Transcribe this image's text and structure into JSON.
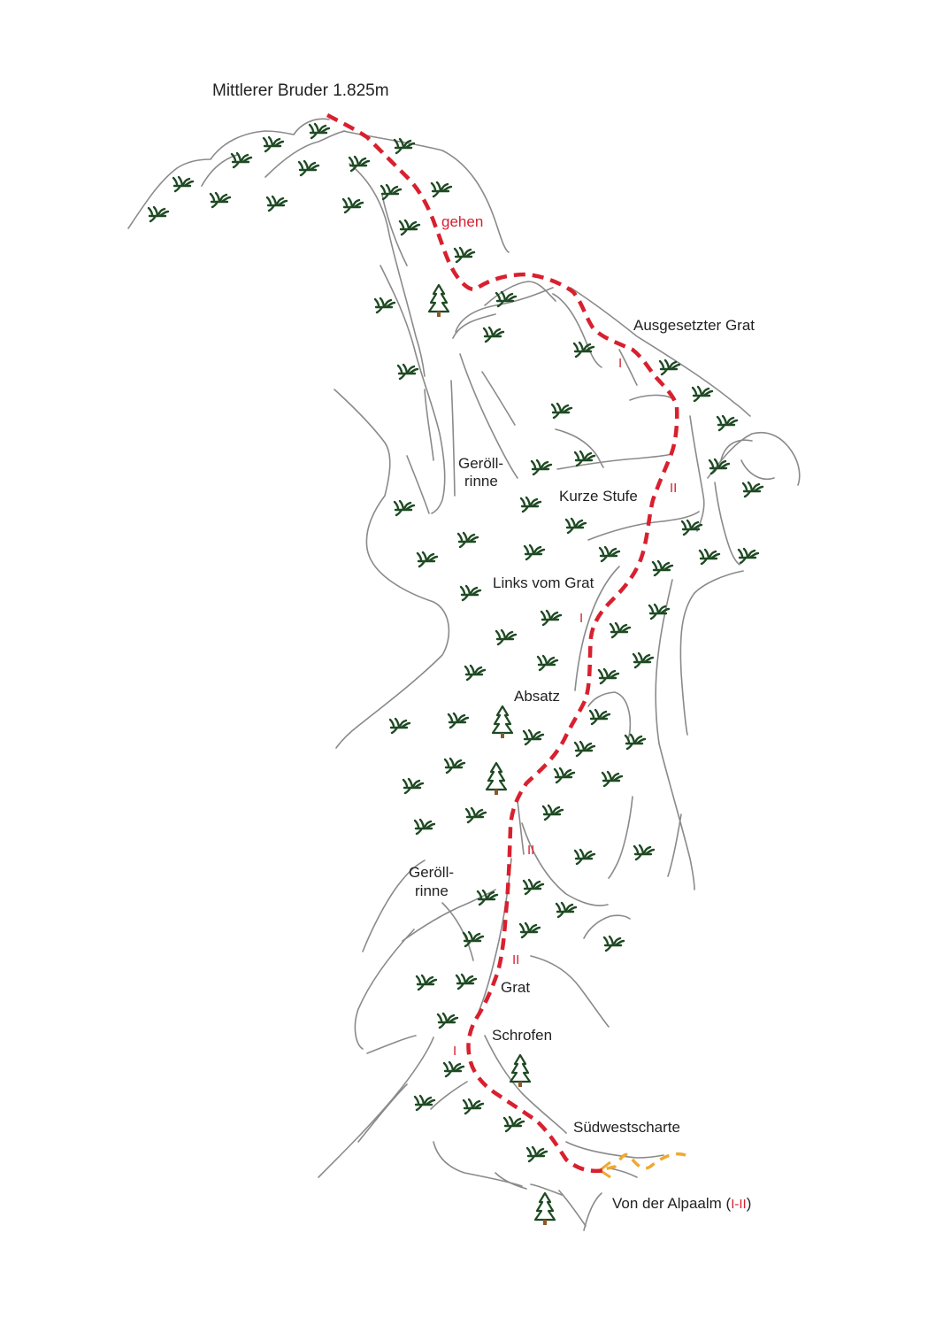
{
  "summit": {
    "name": "Mittlerer Bruder 1.825m"
  },
  "labels": {
    "gehen": "gehen",
    "ausgesetzter_grat": "Ausgesetzter Grat",
    "geroellrinne_upper_1": "Geröll-",
    "geroellrinne_upper_2": "rinne",
    "kurze_stufe": "Kurze Stufe",
    "links_vom_grat": "Links vom Grat",
    "absatz": "Absatz",
    "geroellrinne_lower_1": "Geröll-",
    "geroellrinne_lower_2": "rinne",
    "grat": "Grat",
    "schrofen": "Schrofen",
    "suedwestscharte": "Südwestscharte",
    "approach_prefix": "Von der Alpaalm (",
    "approach_grade": "I-II",
    "approach_suffix": ")"
  },
  "grades": [
    "I",
    "II",
    "I",
    "II",
    "II",
    "I"
  ],
  "colors": {
    "route": "#d8202f",
    "approach": "#f0a830",
    "vegetation": "#1e4a23",
    "terrain_lines": "#8a8a8a"
  },
  "icons": {
    "grass": "grass-tuft-icon",
    "tree": "conifer-tree-icon"
  }
}
